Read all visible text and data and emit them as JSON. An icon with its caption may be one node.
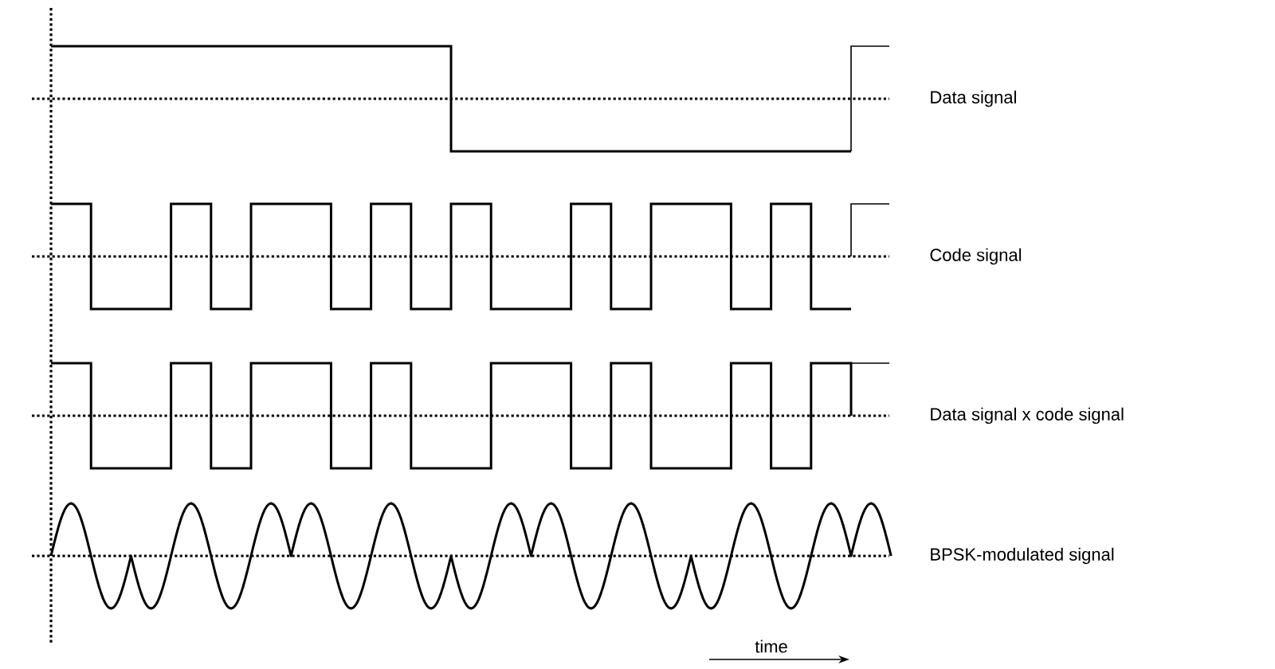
{
  "diagram": {
    "labels": [
      "Data signal",
      "Code signal",
      "Data signal x code signal",
      "BPSK-modulated signal",
      "time"
    ]
  }
}
